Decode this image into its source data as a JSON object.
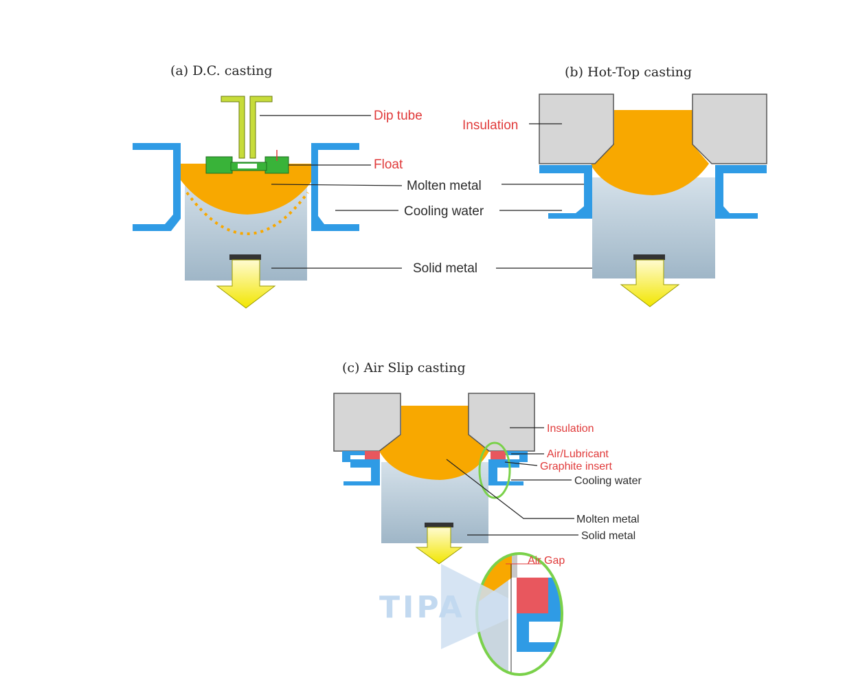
{
  "panel_a": {
    "caption": "(a) D.C. casting",
    "labels": {
      "dip_tube": "Dip tube",
      "float": "Float",
      "molten_metal": "Molten metal",
      "cooling_water": "Cooling water",
      "solid_metal": "Solid metal"
    }
  },
  "panel_b": {
    "caption": "(b) Hot-Top casting",
    "labels": {
      "insulation": "Insulation"
    }
  },
  "panel_c": {
    "caption": "(c) Air Slip casting",
    "labels": {
      "insulation": "Insulation",
      "air_lubricant": "Air/Lubricant",
      "graphite_insert": "Graphite insert",
      "cooling_water": "Cooling water",
      "molten_metal": "Molten metal",
      "solid_metal": "Solid metal",
      "air_gap": "Air Gap"
    }
  },
  "watermark": "TIPA",
  "colors": {
    "molten": "#f8a800",
    "mold": "#2f9be5",
    "solid": "#b9cbd8",
    "float": "#39b339",
    "dip_tube": "#c7dc3a",
    "insulation": "#d6d6d6",
    "graphite": "#e8575e",
    "label_red": "#e03a3a",
    "arrow": "#f2e600",
    "highlight": "#7ad14a"
  }
}
